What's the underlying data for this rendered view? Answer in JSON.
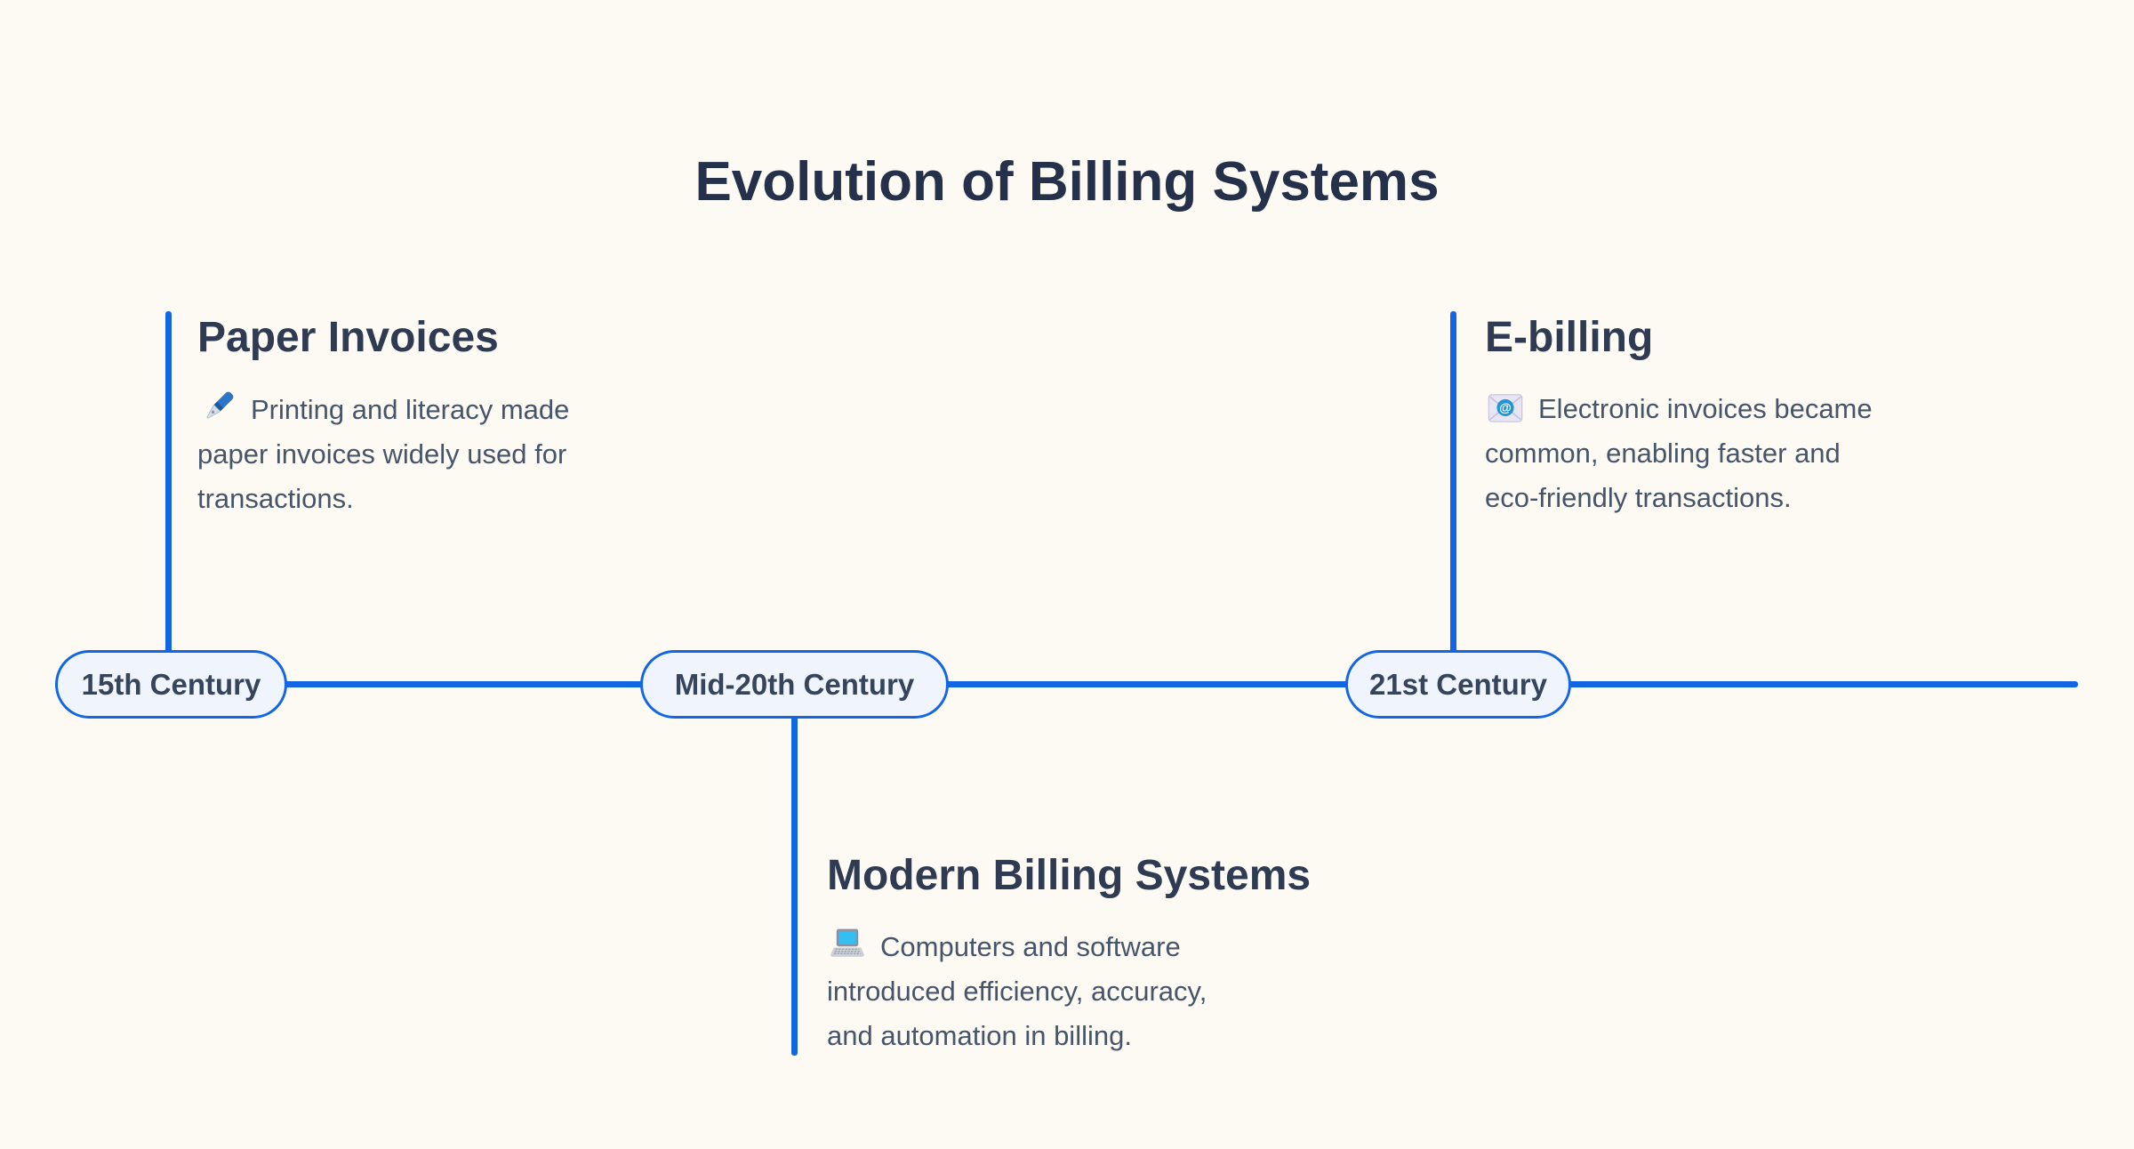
{
  "page": {
    "title": "Evolution of Billing Systems",
    "background_color": "#FCFAF2",
    "accent_color": "#1266E3",
    "pill_fill_color": "#EFF4FD",
    "title_color": "#25314A",
    "body_text_color": "#47556B"
  },
  "timeline": {
    "milestones": [
      {
        "period": "15th Century",
        "title": "Paper Invoices",
        "description": "Printing and literacy made\npaper invoices widely used for\ntransactions.",
        "icon": "fountain-pen-icon",
        "placement": "above-axis"
      },
      {
        "period": "Mid-20th Century",
        "title": "Modern Billing Systems",
        "description": "Computers and software\nintroduced efficiency, accuracy,\nand automation in billing.",
        "icon": "laptop-icon",
        "placement": "below-axis"
      },
      {
        "period": "21st Century",
        "title": "E-billing",
        "description": "Electronic invoices became\ncommon, enabling faster and\neco-friendly transactions.",
        "icon": "email-icon",
        "placement": "above-axis"
      }
    ]
  }
}
